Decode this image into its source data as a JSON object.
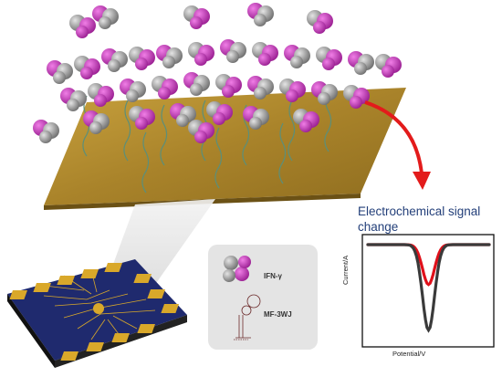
{
  "labels": {
    "signal_title": "Electrochemical signal change",
    "protein_label": "IFN-γ",
    "aptamer_label": "MF-3WJ"
  },
  "chart_data": {
    "type": "line",
    "title": "",
    "xlabel": "Potential/V",
    "ylabel": "Current/A",
    "series": [
      {
        "color": "#e0101a",
        "depth": 0.42
      },
      {
        "color": "#3a3a3a",
        "depth": 0.9
      }
    ],
    "grid": false,
    "ticks": false
  },
  "colors": {
    "gold_surface": "#b08a2c",
    "protein_purple": "#c03ab8",
    "protein_gray": "#8a8a8a",
    "arrow_red": "#e31b1b",
    "chip_blue": "#1f2a6e",
    "chip_gold": "#d9a82a"
  }
}
